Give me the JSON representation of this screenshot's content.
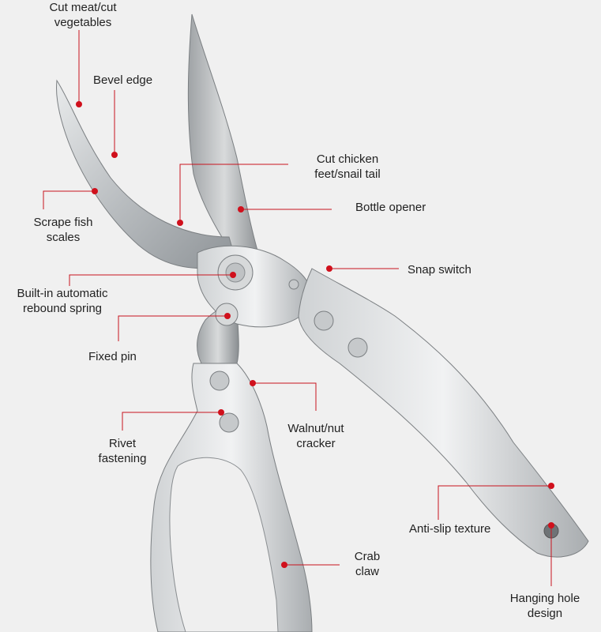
{
  "labels": {
    "cut_meat": "Cut meat/cut\nvegetables",
    "bevel_edge": "Bevel edge",
    "cut_chicken": "Cut chicken\nfeet/snail tail",
    "bottle_opener": "Bottle opener",
    "scrape_fish": "Scrape fish\nscales",
    "snap_switch": "Snap switch",
    "rebound_spring": "Built-in automatic\nrebound spring",
    "fixed_pin": "Fixed pin",
    "walnut_cracker": "Walnut/nut\ncracker",
    "rivet_fastening": "Rivet\nfastening",
    "anti_slip": "Anti-slip texture",
    "crab_claw": "Crab\nclaw",
    "hanging_hole": "Hanging hole\ndesign"
  },
  "colors": {
    "background": "#f0f0f0",
    "leader_line": "#c8141e",
    "dot": "#d0101c",
    "metal": "#bfc3c6"
  }
}
